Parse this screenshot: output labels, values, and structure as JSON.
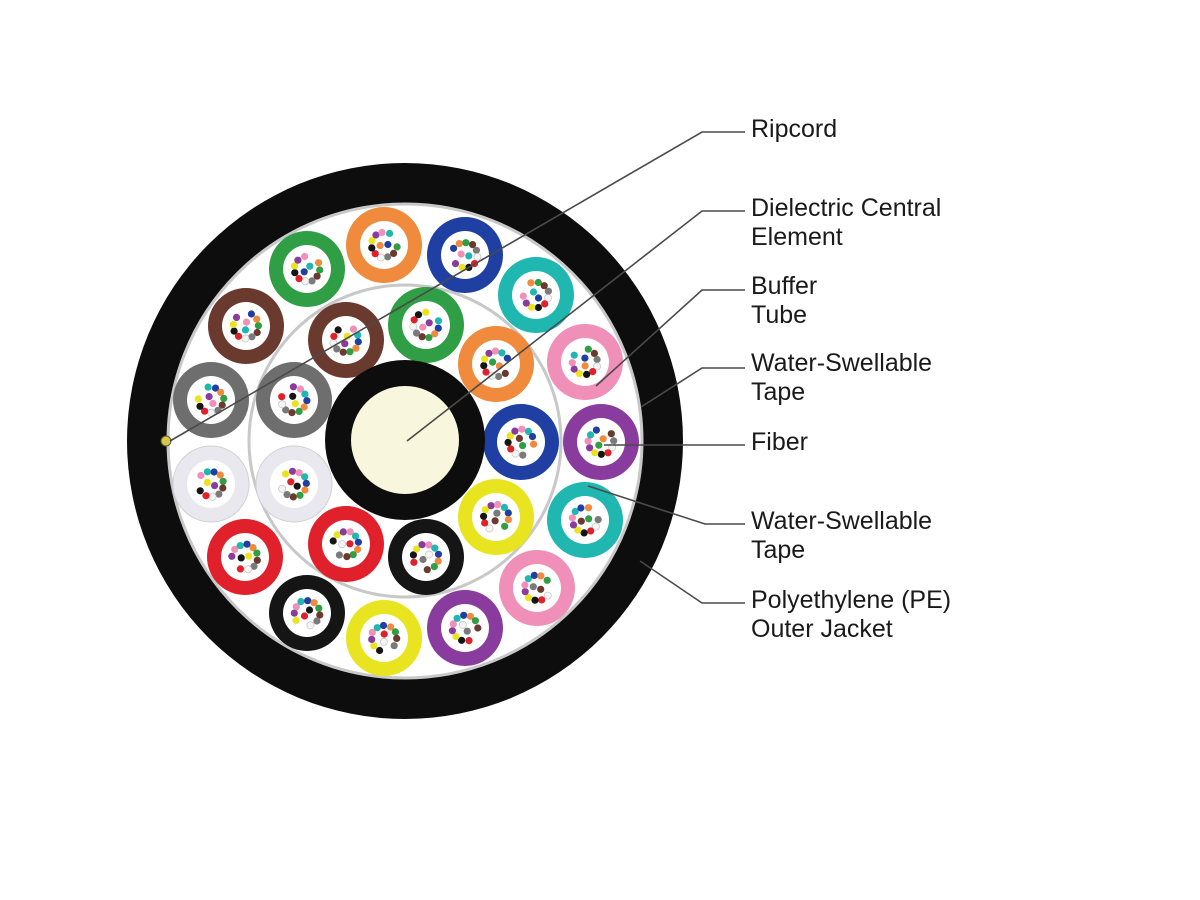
{
  "labels": {
    "ripcord": [
      "Ripcord"
    ],
    "central_element": [
      "Dielectric Central",
      "Element"
    ],
    "buffer_tube": [
      "Buffer",
      "Tube"
    ],
    "tape_inner": [
      "Water-Swellable",
      "Tape"
    ],
    "fiber": [
      "Fiber"
    ],
    "tape_outer": [
      "Water-Swellable",
      "Tape"
    ],
    "jacket": [
      "Polyethylene (PE)",
      "Outer Jacket"
    ]
  },
  "colors": {
    "jacket": "#0d0d0d",
    "central_element": "#f8f6dc",
    "tape": "#c8c8c8",
    "tube_colors": [
      "#1f3fa3",
      "#f08a3c",
      "#2f9e44",
      "#6b3a2e",
      "#6e6e6e",
      "#e8e8ee",
      "#e0202a",
      "#151515",
      "#e9e420",
      "#8a3c9e",
      "#f08fb8",
      "#1fb7b0"
    ],
    "fiber_colors": [
      "#1f3fa3",
      "#f08a3c",
      "#2f9e44",
      "#6b3a2e",
      "#7a7a7a",
      "#f4f4f4",
      "#e0202a",
      "#151515",
      "#e9e420",
      "#8a3c9e",
      "#f08fb8",
      "#1fb7b0"
    ]
  },
  "icons": [
    "ripcord-icon",
    "central-element-icon",
    "buffer-tube-icon",
    "fiber-icon",
    "outer-jacket-icon"
  ]
}
